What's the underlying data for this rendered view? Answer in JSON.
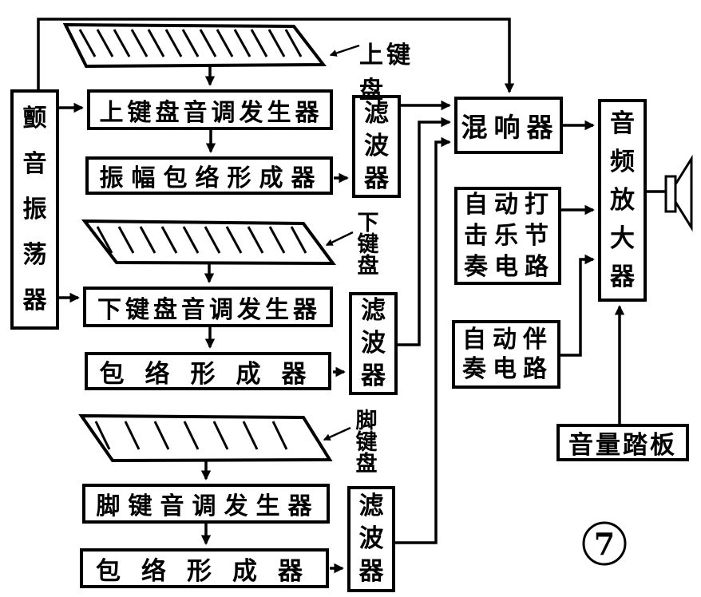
{
  "figure": {
    "number": "7"
  },
  "blocks": {
    "vibrato_oscillator": "颤音振荡器",
    "upper_keyboard_tone_generator": "上键盘音调发生器",
    "amplitude_envelope_former": "振幅包络形成器",
    "filter_upper": "滤波器",
    "lower_keyboard_tone_generator": "下键盘音调发生器",
    "envelope_former_lower": "包络形成器",
    "filter_lower": "滤波器",
    "pedal_key_tone_generator": "脚键音调发生器",
    "envelope_former_pedal": "包络形成器",
    "filter_pedal": "滤波器",
    "reverb": "混响器",
    "auto_percussion_rhythm_circuit": "自动打\n击乐节\n奏电路",
    "auto_accompaniment_circuit": "自动伴\n奏电路",
    "audio_amplifier": "音频放大器",
    "volume_pedal": "音量踏板"
  },
  "labels": {
    "upper_keyboard": "上键盘",
    "lower_keyboard": "下键盘",
    "pedal_keyboard": "脚键盘"
  },
  "colors": {
    "ink": "#000000",
    "background": "#ffffff"
  }
}
